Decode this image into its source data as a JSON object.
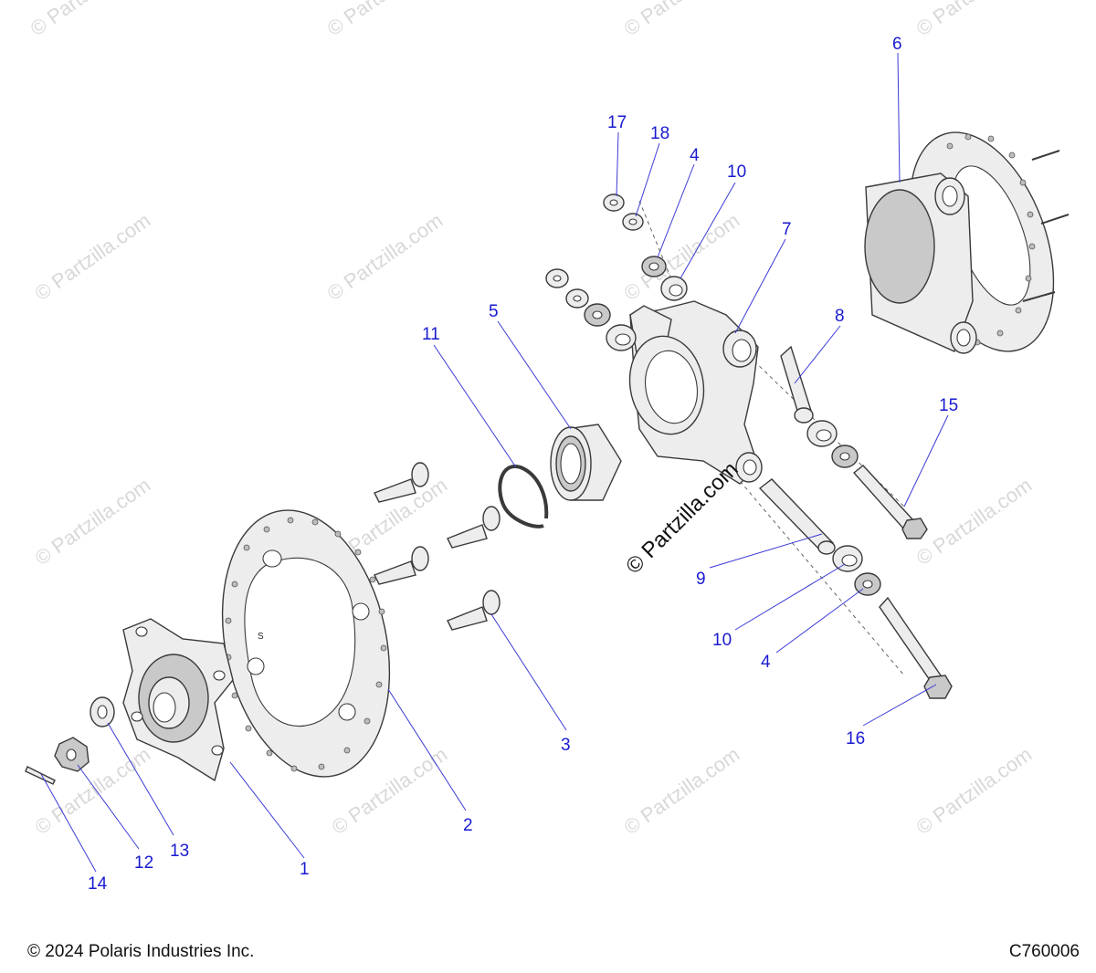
{
  "watermark": "© Partzilla.com",
  "watermark_short": "© Parts",
  "center_watermark": "© Partzilla.com",
  "rotor_mark": "S",
  "callouts": [
    "17",
    "18",
    "4",
    "10",
    "6",
    "7",
    "5",
    "11",
    "8",
    "15",
    "9",
    "10",
    "4",
    "16",
    "3",
    "2",
    "1",
    "13",
    "12",
    "14"
  ],
  "footer": {
    "copyright": "© 2024 Polaris Industries Inc.",
    "code": "C760006"
  },
  "colors": {
    "callout": "#1a1ad0",
    "leader": "#3b3bd6",
    "watermark": "#d8d8d8"
  }
}
